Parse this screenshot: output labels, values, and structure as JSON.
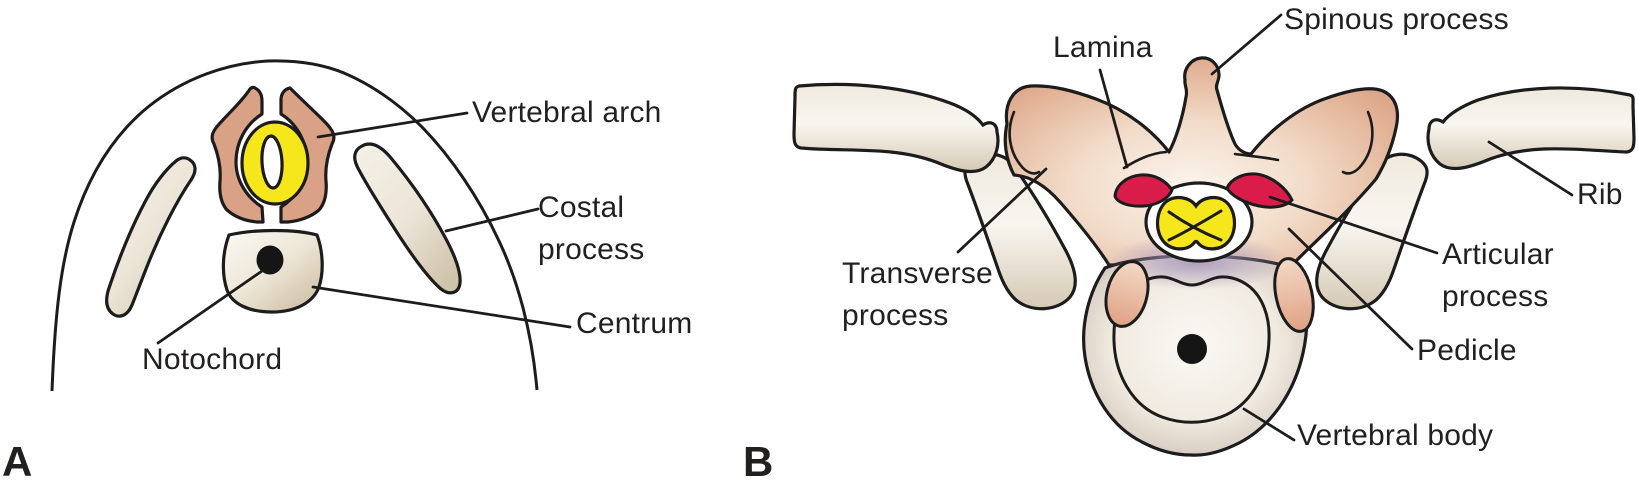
{
  "panel_a": {
    "letter": "A",
    "labels": {
      "vertebral_arch": "Vertebral arch",
      "costal_line1": "Costal",
      "costal_line2": "process",
      "centrum": "Centrum",
      "notochord": "Notochord"
    }
  },
  "panel_b": {
    "letter": "B",
    "labels": {
      "lamina": "Lamina",
      "spinous_process": "Spinous process",
      "rib": "Rib",
      "transverse_line1": "Transverse",
      "transverse_line2": "process",
      "articular_line1": "Articular",
      "articular_line2": "process",
      "pedicle": "Pedicle",
      "vertebral_body": "Vertebral body"
    }
  },
  "colors": {
    "background": "#ffffff",
    "outline": "#1c1c1c",
    "text": "#221f1f",
    "salmon_arch": "#d9a185",
    "salmon_light": "#f2dcc9",
    "bone_light": "#f7f4ee",
    "bone_dark": "#d5c9b4",
    "yellow_neural": "#f6e71d",
    "red_articular": "#d91c4a",
    "lavender_shading": "#ab9cbd",
    "notochord_dot": "#151515"
  }
}
